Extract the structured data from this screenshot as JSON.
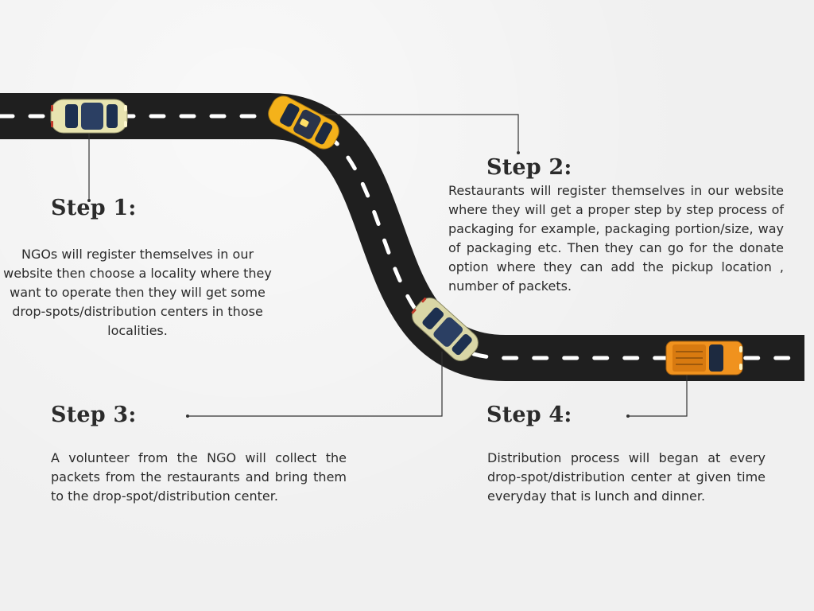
{
  "steps": [
    {
      "title": "Step 1:",
      "description": "NGOs will register themselves in our website then choose a locality where they want to operate then they will get some drop-spots/distribution centers in those localities."
    },
    {
      "title": "Step 2:",
      "description": "Restaurants will register themselves in our website where they will get a proper step by step process of packaging for example, packaging portion/size, way of packaging etc. Then they can go for the donate option where they can add the pickup location , number of packets."
    },
    {
      "title": "Step 3:",
      "description": "A volunteer from the NGO will collect the packets from the restaurants and bring them to the drop-spot/distribution center."
    },
    {
      "title": "Step 4:",
      "description": "Distribution process will began at every drop-spot/distribution center at given time everyday that is lunch and dinner."
    }
  ],
  "colors": {
    "background": "#f0f0f0",
    "road": "#1f1f1f",
    "lane_marking": "#ffffff",
    "connector": "#333333",
    "car_cream": "#e8e4b0",
    "car_yellow": "#f4b21a",
    "car_orange": "#f0921e",
    "car_window": "#1d3050"
  },
  "icons": [
    "car-icon",
    "taxi-icon",
    "suv-icon"
  ]
}
